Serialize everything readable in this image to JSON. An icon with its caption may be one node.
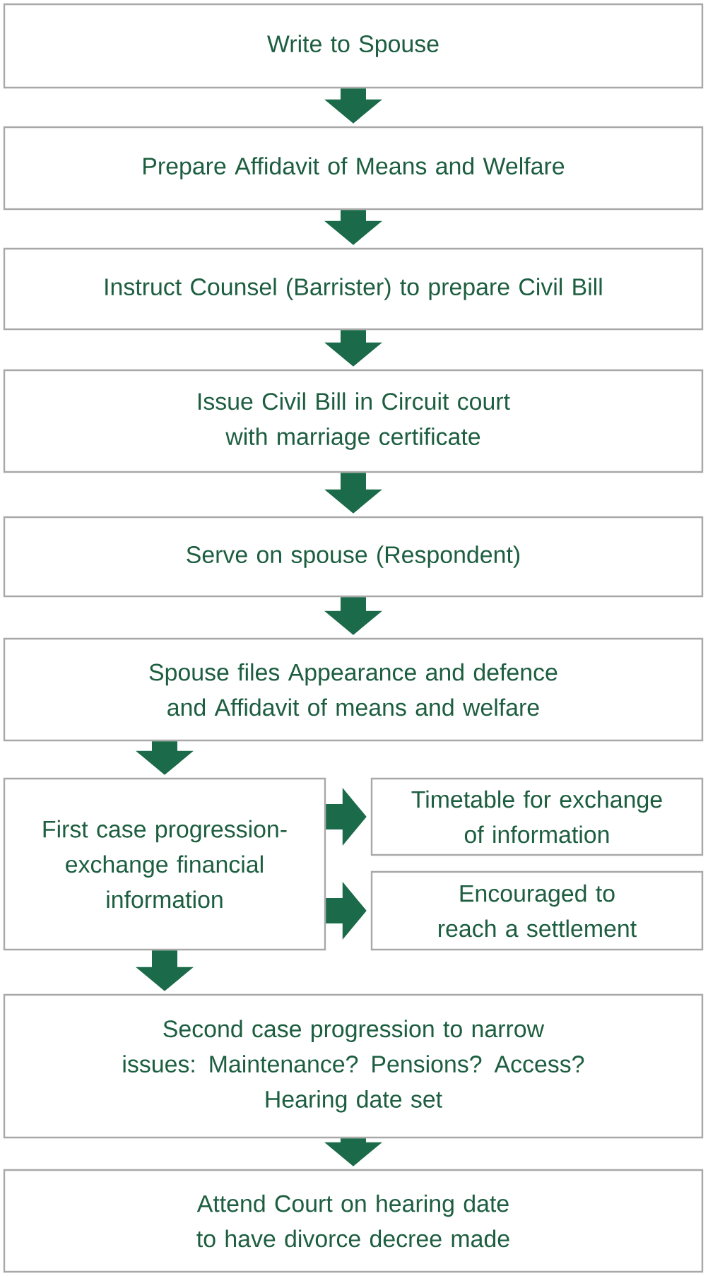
{
  "diagram": {
    "nodes": [
      {
        "text": [
          "Write to Spouse"
        ]
      },
      {
        "text": [
          "Prepare Affidavit of Means and Welfare"
        ]
      },
      {
        "text": [
          "Instruct Counsel (Barrister) to prepare Civil Bill"
        ]
      },
      {
        "text": [
          "Issue Civil Bill in Circuit court with marriage certificate"
        ]
      },
      {
        "text": [
          "Serve on spouse (Respondent)"
        ]
      },
      {
        "text": [
          "Spouse files Appearance and defence and Affidavit of means and welfare"
        ]
      },
      {
        "text": [
          "First case progression-exchange financial information"
        ]
      },
      {
        "text": [
          "Timetable for exchange of information"
        ]
      },
      {
        "text": [
          "Encouraged to reach a settlement"
        ]
      },
      {
        "text": [
          "Second case progression to narrow issues: Maintenance? Pensions? Access?",
          "Hearing date set"
        ]
      },
      {
        "text": [
          "Attend Court on hearing date to have divorce decree made"
        ]
      }
    ],
    "edges": [
      {
        "from": 0,
        "to": 1,
        "arrow": "to"
      },
      {
        "from": 1,
        "to": 2,
        "arrow": "to"
      },
      {
        "from": 2,
        "to": 3,
        "arrow": "to"
      },
      {
        "from": 3,
        "to": 4,
        "arrow": "to"
      },
      {
        "from": 4,
        "to": 5,
        "arrow": "to"
      },
      {
        "from": 5,
        "to": 6,
        "arrow": "to"
      },
      {
        "from": 6,
        "to": 7,
        "arrow": "to"
      },
      {
        "from": 6,
        "to": 8,
        "arrow": "to"
      },
      {
        "from": 6,
        "to": 9,
        "arrow": "to"
      },
      {
        "from": 9,
        "to": 10,
        "arrow": "to"
      }
    ]
  }
}
